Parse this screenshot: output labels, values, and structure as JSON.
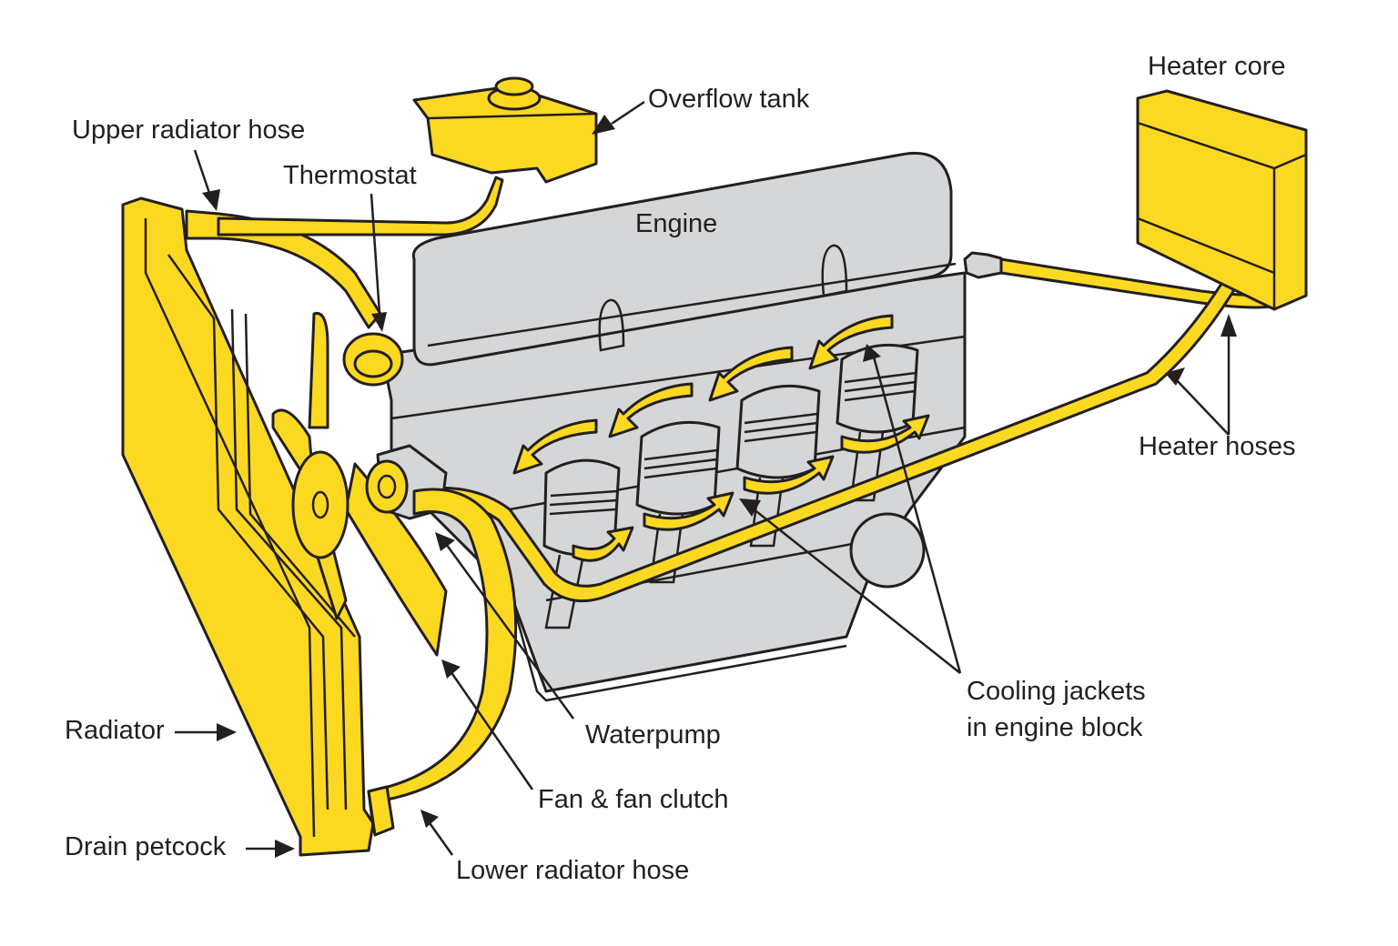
{
  "diagram": {
    "title": "Engine cooling system",
    "colors": {
      "coolant_components": "#fcd921",
      "engine": "#d5d6d8",
      "outline": "#231f20",
      "background": "#ffffff"
    },
    "labels": {
      "upper_radiator_hose": "Upper radiator hose",
      "thermostat": "Thermostat",
      "overflow_tank": "Overflow tank",
      "engine": "Engine",
      "heater_core": "Heater core",
      "heater_hoses": "Heater hoses",
      "cooling_jackets_line1": "Cooling jackets",
      "cooling_jackets_line2": "in engine block",
      "waterpump": "Waterpump",
      "fan_clutch": "Fan & fan clutch",
      "lower_radiator_hose": "Lower radiator hose",
      "radiator": "Radiator",
      "drain_petcock": "Drain petcock"
    },
    "flow_arrow_count": 8,
    "piston_count": 4
  }
}
